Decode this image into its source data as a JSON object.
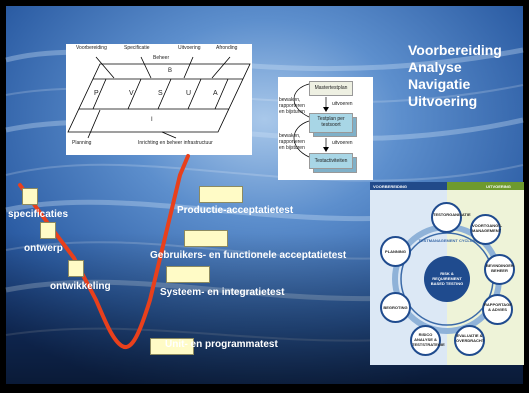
{
  "headings": [
    "Voorbereiding",
    "Analyse",
    "Navigatie",
    "Uitvoering"
  ],
  "pvsua": {
    "top_labels": [
      "Voorbereiding",
      "Specificatie",
      "Uitvoering",
      "Afronding"
    ],
    "beheer": "Beheer",
    "band_b": "B",
    "phases": [
      "P",
      "V",
      "S",
      "U",
      "A"
    ],
    "band_i": "I",
    "bottom_labels": [
      "Planning",
      "Inrichting  en beheer  infrastructuur"
    ]
  },
  "testplan": {
    "boxes": [
      "Mastertestplan",
      "Testplan per testsoort",
      "Testactiviteiten"
    ],
    "arrow_labels": [
      "uitvoeren",
      "uitvoeren"
    ],
    "feedback_labels": [
      "bewaken, rapporteren en bijsturen",
      "bewaken, rapporteren en bijsturen"
    ]
  },
  "vmodel": {
    "left_labels": [
      "specificaties",
      "ontwerp",
      "ontwikkeling"
    ],
    "right_labels": [
      "Productie-acceptatietest",
      "Gebruikers- en functionele acceptatietest",
      "Systeem- en integratietest",
      "Unit- en programmatest"
    ]
  },
  "wheel": {
    "header_left": "VOORBEREIDING",
    "header_right": "UITVOERING",
    "center": "RISK & REQUIREMENT BASED TESTING",
    "ring_label": "TESTMANAGEMENT CYCLUS",
    "nodes": [
      "TESTORGANISATIE",
      "VOORTGANGS- MANAGEMENT",
      "BEVINDINGEN BEHEER",
      "RAPPORTAGE & ADVIES",
      "EVALUATIE & OVERDRACHT",
      "RISICO ANALYSE & TESTSTRATEGIE",
      "BEGROTING",
      "PLANNING"
    ]
  },
  "colors": {
    "ocean": "#4a78b8",
    "curve": "#e8401c",
    "box_fill": "#fffbc6",
    "text": "#ffffff"
  }
}
